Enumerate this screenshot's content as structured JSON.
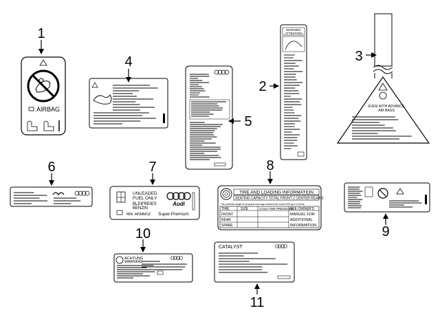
{
  "callouts": [
    "1",
    "2",
    "3",
    "4",
    "5",
    "6",
    "7",
    "8",
    "9",
    "10",
    "11"
  ],
  "label1": {
    "text": "AIRBAG"
  },
  "label2": {
    "header_line1": "WARNING",
    "header_line2": "ATTENTION"
  },
  "label3": {
    "line1": "EVEN WITH ADVANCE",
    "line2": "AIR BAGS"
  },
  "label7": {
    "line1": "UNLEADED",
    "line2": "FUEL ONLY",
    "line3": "BLEIFREIES",
    "line4": "BENZIN",
    "brand": "Audi",
    "footer_left": "MIN. MOMMOZ",
    "footer_right": "Super.Premium"
  },
  "label8": {
    "title": "TIRE AND LOADING INFORMATION",
    "seating": "SEATING CAPACITY TOTAL  FRONT 2  CENTER  REAR 3",
    "weight_note": "The combined weight of occupants and cargo should never exceed 000 kg or 1100 lbs.",
    "col_tire": "TIRE",
    "col_size": "SIZE",
    "col_pressure": "COLD TIRE PRESSURE",
    "col_owner": "SEE OWNER'S",
    "row_front": "FRONT",
    "row_rear": "REAR",
    "row_spare": "SPARE",
    "note1": "MANUEL FOR",
    "note2": "ADDITIONAL",
    "note3": "INFORMATION"
  },
  "label10": {
    "line1": "ACHTUNG",
    "line2": "WARNING"
  },
  "label11": {
    "title": "CATALYST"
  }
}
